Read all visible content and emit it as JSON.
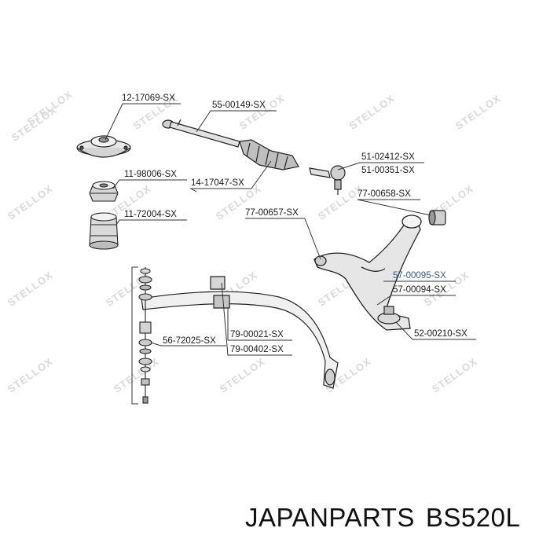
{
  "watermark": {
    "text": "STELLOX"
  },
  "labels": {
    "strut_mount": "12-17069-SX",
    "tie_rod_axial": "55-00149-SX",
    "tie_rod_end_a": "51-02412-SX",
    "tie_rod_end_b": "51-00351-SX",
    "bump_stop": "11-98006-SX",
    "steering_boot": "14-17047-SX",
    "arm_bushing_rear": "77-00658-SX",
    "dust_boot": "11-72004-SX",
    "arm_bushing_front": "77-00657-SX",
    "control_arm_a": "57-00095-SX",
    "control_arm_b": "57-00094-SX",
    "ball_joint": "52-00210-SX",
    "stabilizer_link": "56-72025-SX",
    "stabilizer_bushing_a": "79-00021-SX",
    "stabilizer_bushing_b": "79-00402-SX"
  },
  "footer": {
    "brand": "JAPANPARTS",
    "part_number": "BS520L"
  }
}
